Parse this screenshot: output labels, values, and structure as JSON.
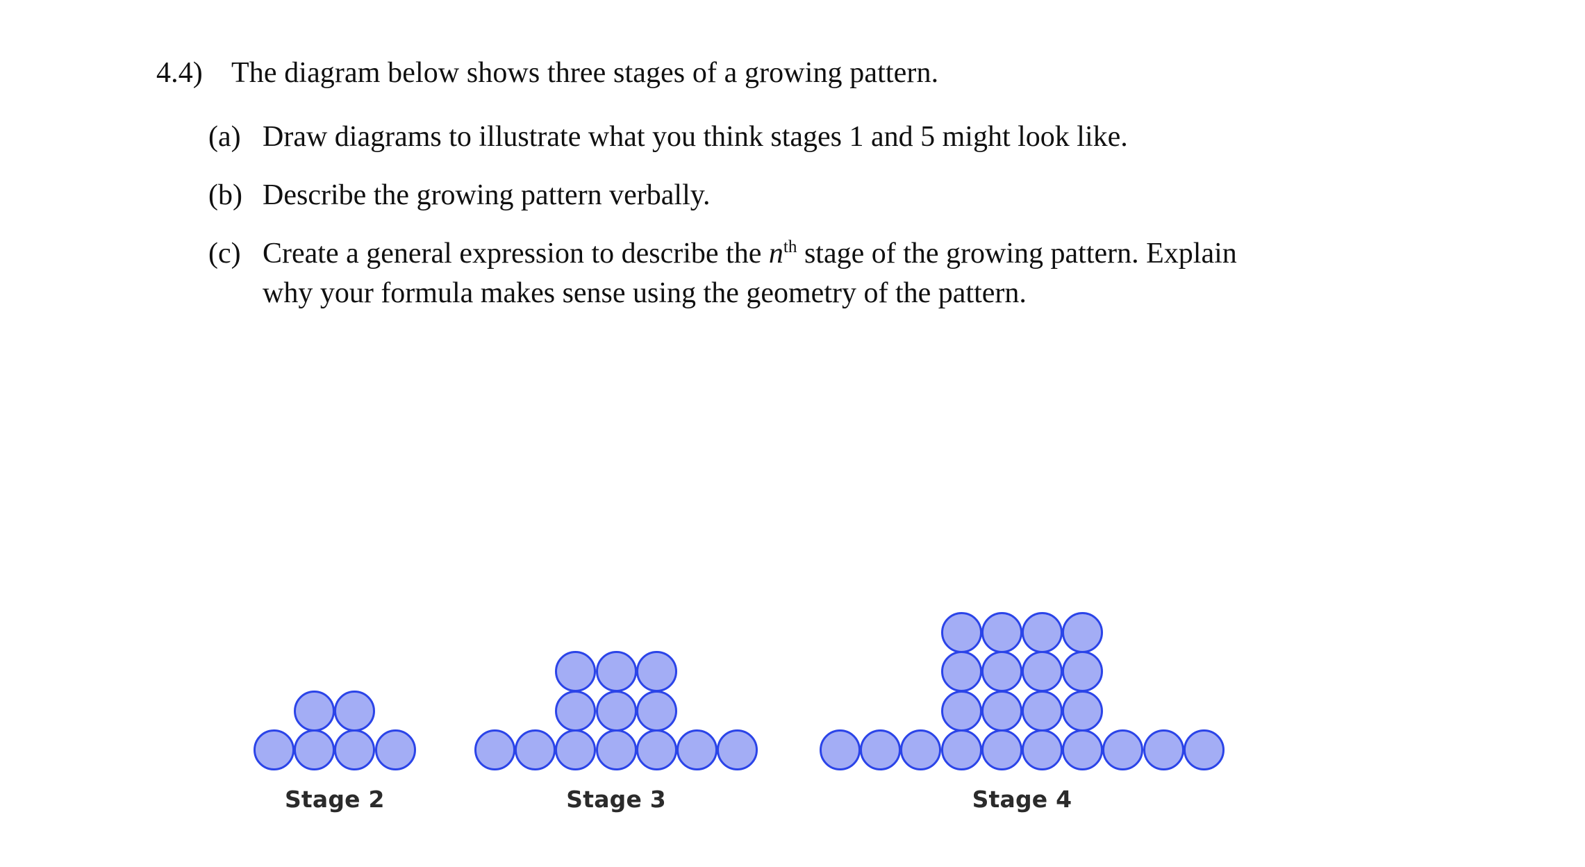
{
  "question": {
    "number": "4.4)",
    "prompt": "The diagram below shows three stages of a growing pattern.",
    "items": [
      {
        "marker": "(a)",
        "text": "Draw diagrams to illustrate what you think stages 1 and 5 might look like."
      },
      {
        "marker": "(b)",
        "text": "Describe the growing pattern verbally."
      },
      {
        "marker": "(c)",
        "text_before": "Create a general expression to describe the ",
        "variable": "n",
        "ordinal_suffix": "th",
        "text_after": " stage of the growing pattern. Explain why your formula makes sense using the geometry of the pattern."
      }
    ]
  },
  "figure": {
    "circle_color_fill": "#A3ADF5",
    "circle_color_border": "#2B44E8",
    "stages": [
      {
        "label": "Stage 2",
        "stage_number": 2,
        "bottom_row_count": 4,
        "upper_block_columns": 2,
        "upper_block_rows": 1,
        "total_circles": 6,
        "rows_bottom_to_top": [
          4,
          2
        ]
      },
      {
        "label": "Stage 3",
        "stage_number": 3,
        "bottom_row_count": 7,
        "upper_block_columns": 3,
        "upper_block_rows": 2,
        "total_circles": 13,
        "rows_bottom_to_top": [
          7,
          3,
          3
        ]
      },
      {
        "label": "Stage 4",
        "stage_number": 4,
        "bottom_row_count": 10,
        "upper_block_columns": 4,
        "upper_block_rows": 3,
        "total_circles": 22,
        "rows_bottom_to_top": [
          10,
          4,
          4,
          4
        ]
      }
    ]
  }
}
